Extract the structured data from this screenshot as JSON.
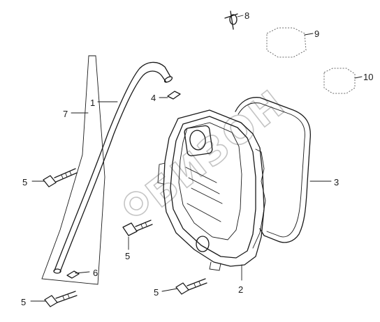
{
  "watermark": {
    "text": "БИЗОН"
  },
  "callouts": [
    {
      "id": "p1",
      "label": "1"
    },
    {
      "id": "p2",
      "label": "2"
    },
    {
      "id": "p3",
      "label": "3"
    },
    {
      "id": "p4",
      "label": "4"
    },
    {
      "id": "p5a",
      "label": "5"
    },
    {
      "id": "p5b",
      "label": "5"
    },
    {
      "id": "p5c",
      "label": "5"
    },
    {
      "id": "p5d",
      "label": "5"
    },
    {
      "id": "p6",
      "label": "6"
    },
    {
      "id": "p7",
      "label": "7"
    },
    {
      "id": "p8",
      "label": "8"
    },
    {
      "id": "p9",
      "label": "9"
    },
    {
      "id": "p10",
      "label": "10"
    }
  ]
}
